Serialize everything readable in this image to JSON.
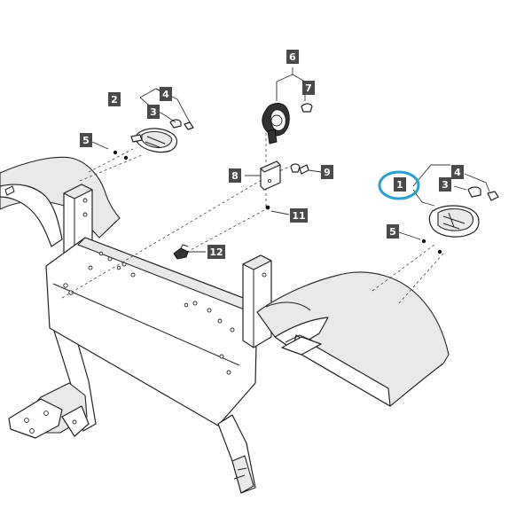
{
  "callouts": {
    "c1": "1",
    "c2": "2",
    "c3_left": "3",
    "c4_left": "4",
    "c5_left": "5",
    "c6": "6",
    "c7": "7",
    "c8": "8",
    "c9": "9",
    "c11": "11",
    "c12": "12",
    "c3_right": "3",
    "c4_right": "4",
    "c5_right": "5"
  },
  "colors": {
    "callout_box": "#4a4a4a",
    "highlight_ring": "#2a9fd0",
    "line_art": "#222222"
  },
  "highlighted_callout": "1"
}
